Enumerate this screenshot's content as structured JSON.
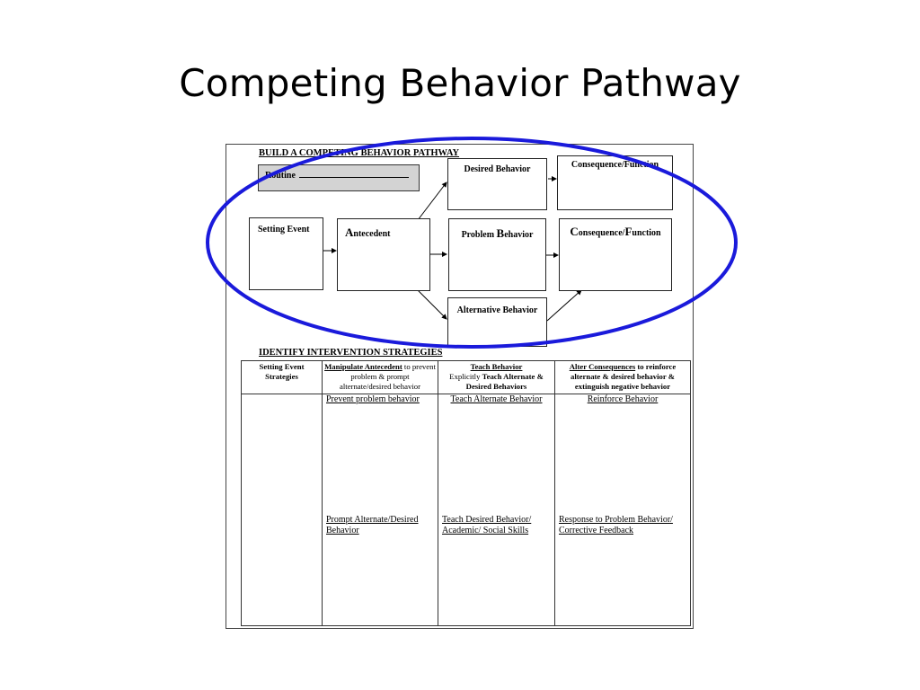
{
  "slide": {
    "title": "Competing Behavior Pathway"
  },
  "pathway": {
    "section_title": "BUILD A COMPETING BEHAVIOR PATHWAY",
    "routine_label": "Routine",
    "boxes": {
      "setting_event": "Setting Event",
      "antecedent_initial": "A",
      "antecedent_rest": "ntecedent",
      "desired_behavior": "Desired Behavior",
      "problem_behavior_a": "Problem ",
      "problem_behavior_b": "B",
      "problem_behavior_c": "ehavior",
      "alternative_behavior": "Alternative Behavior",
      "consequence_top": "Consequence/Function",
      "consequence_mid_a": "C",
      "consequence_mid_b": "onsequence/",
      "consequence_mid_c": "F",
      "consequence_mid_d": "unction"
    }
  },
  "strategies": {
    "section_title": "IDENTIFY INTERVENTION STRATEGIES",
    "headers": {
      "col1": "Setting Event Strategies",
      "col2_ul": "Manipulate Antecedent",
      "col2_rest": " to prevent problem & prompt alternate/desired behavior",
      "col3_ul": "Teach Behavior",
      "col3_rest_a": "Explicitly ",
      "col3_rest_b": "Teach Alternate & Desired Behaviors",
      "col4_ul": "Alter Consequences",
      "col4_rest": " to reinforce alternate & desired behavior & extinguish negative behavior"
    },
    "cells": {
      "col2_top": "Prevent problem behavior",
      "col2_bottom": "Prompt Alternate/Desired Behavior",
      "col3_top": "Teach Alternate Behavior",
      "col3_bottom": "Teach Desired Behavior/ Academic/ Social Skills",
      "col4_top": "Reinforce Behavior",
      "col4_bottom": "Response to Problem Behavior/ Corrective Feedback"
    }
  },
  "colors": {
    "highlight_ellipse": "#1a1adb",
    "routine_fill": "#d3d3d3"
  }
}
